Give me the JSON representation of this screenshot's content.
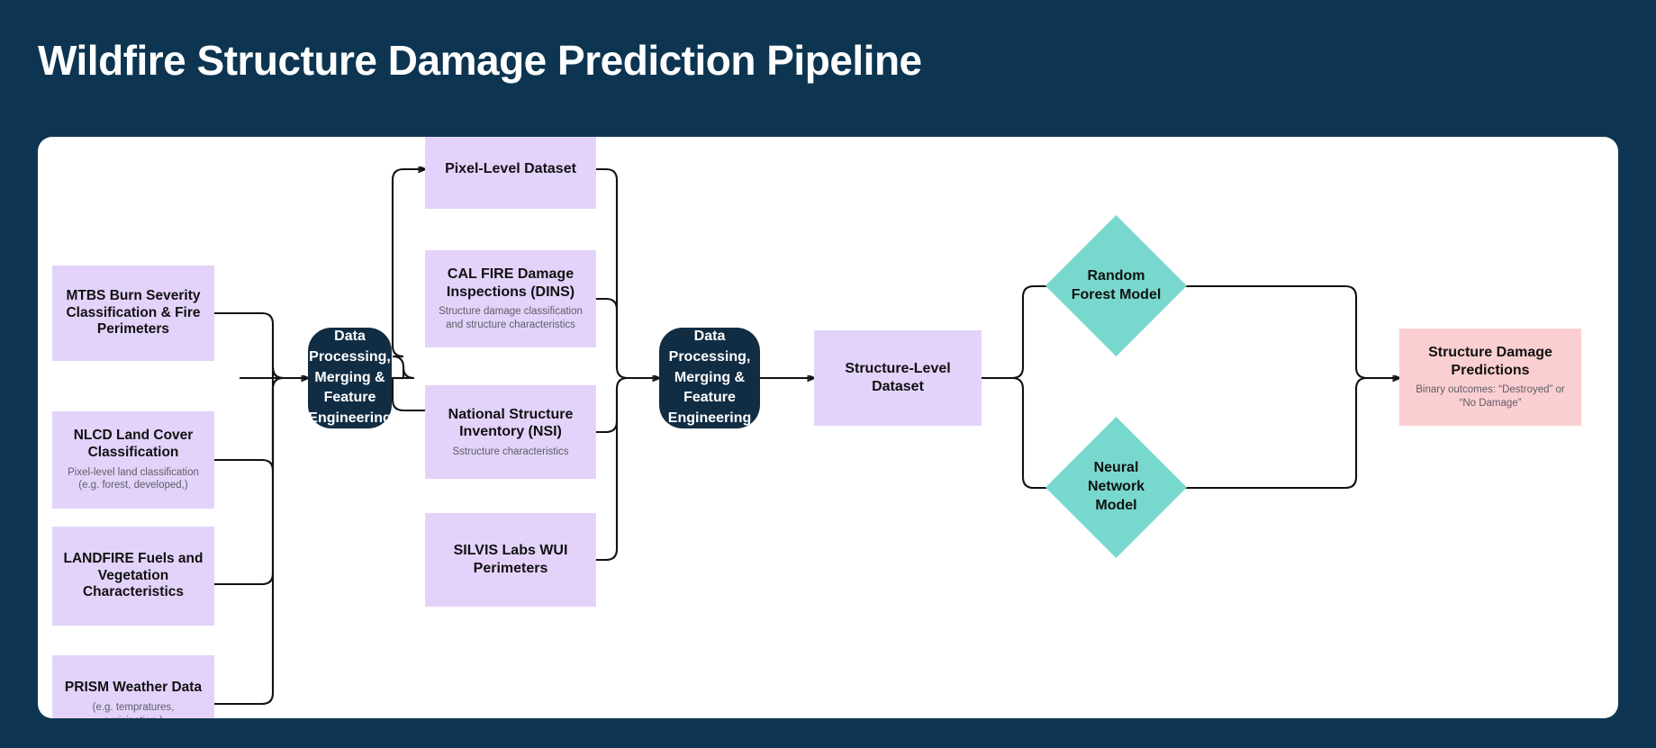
{
  "header": {
    "title": "Wildfire Structure Damage Prediction Pipeline"
  },
  "colors": {
    "background": "#0d3551",
    "canvas": "#ffffff",
    "source_box": "#e3d3fb",
    "dataset_box": "#e3d3fb",
    "process_node": "#112d44",
    "model_diamond": "#79d8cd",
    "output_box": "#fbcfd1",
    "connector": "#111111",
    "title_text": "#ffffff",
    "subtitle_text": "#5d5d66"
  },
  "sources": [
    {
      "title": "MTBS Burn Severity Classification & Fire Perimeters",
      "subtitle": ""
    },
    {
      "title": "NLCD Land Cover Classification",
      "subtitle": "Pixel-level land classification (e.g. forest, developed,)"
    },
    {
      "title": "LANDFIRE Fuels and Vegetation Characteristics",
      "subtitle": ""
    },
    {
      "title": "PRISM Weather Data",
      "subtitle": "(e.g. tempratures, pericipation,)"
    }
  ],
  "process_1": {
    "title": "Data Processing, Merging & Feature Engineering"
  },
  "datasets": [
    {
      "title": "Pixel-Level Dataset",
      "subtitle": ""
    },
    {
      "title": "CAL FIRE Damage Inspections (DINS)",
      "subtitle": "Structure damage classification and structure characteristics"
    },
    {
      "title": "National Structure Inventory (NSI)",
      "subtitle": "Sstructure characteristics"
    },
    {
      "title": "SILVIS Labs WUI Perimeters",
      "subtitle": ""
    }
  ],
  "process_2": {
    "title": "Data Processing, Merging & Feature Engineering"
  },
  "structure_dataset": {
    "title": "Structure-Level Dataset",
    "subtitle": ""
  },
  "models": [
    {
      "title": "Random Forest Model"
    },
    {
      "title": "Neural Network Model"
    }
  ],
  "output": {
    "title": "Structure Damage Predictions",
    "subtitle": "Binary outcomes: “Destroyed” or “No Damage”"
  }
}
